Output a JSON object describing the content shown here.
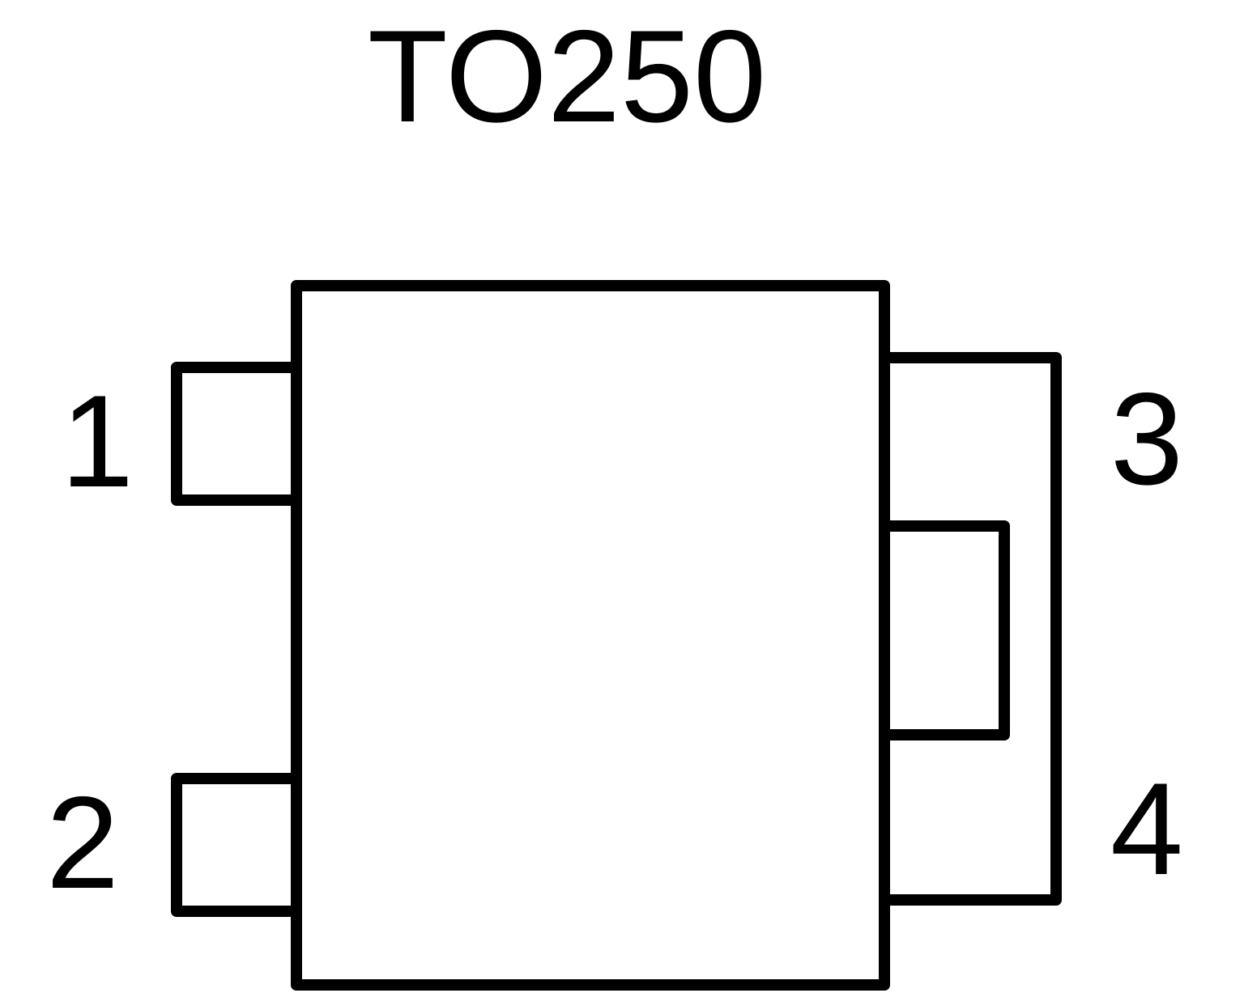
{
  "title": "TO250",
  "pins": [
    {
      "number": "1"
    },
    {
      "number": "2"
    },
    {
      "number": "3"
    },
    {
      "number": "4"
    }
  ],
  "colors": {
    "stroke": "#000000",
    "background": "#ffffff"
  }
}
